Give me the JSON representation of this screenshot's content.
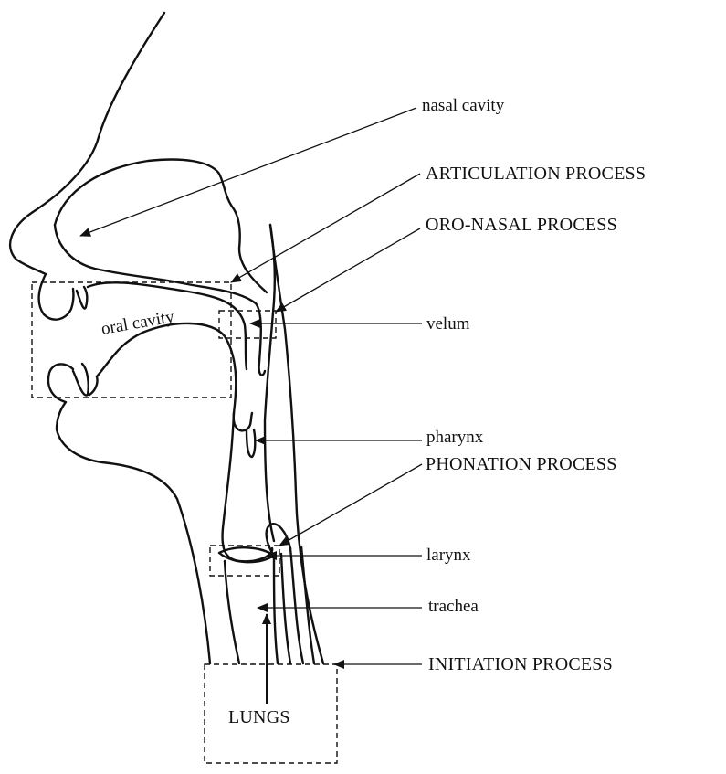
{
  "labels": {
    "nasal_cavity": "nasal cavity",
    "articulation_process": "ARTICULATION PROCESS",
    "oro_nasal_process": "ORO-NASAL PROCESS",
    "velum": "velum",
    "oral_cavity": "oral cavity",
    "pharynx": "pharynx",
    "phonation_process": "PHONATION PROCESS",
    "larynx": "larynx",
    "trachea": "trachea",
    "initiation_process": "INITIATION PROCESS",
    "lungs": "LUNGS"
  },
  "colors": {
    "ink": "#111111",
    "background": "#ffffff"
  }
}
